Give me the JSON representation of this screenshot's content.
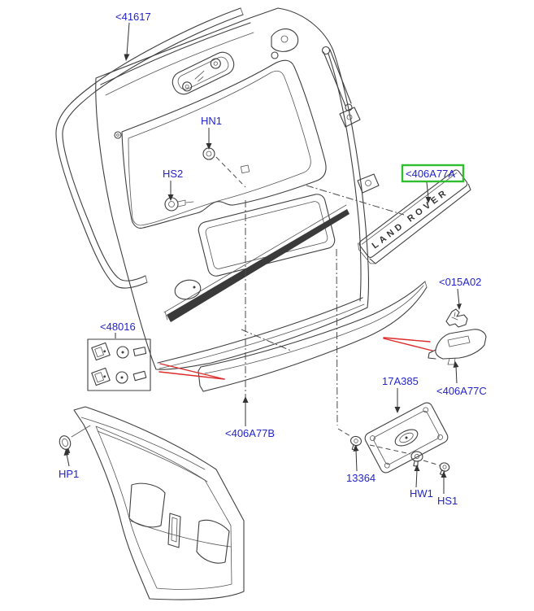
{
  "badge_text": "LAND ROVER",
  "labels": {
    "l41617": "<41617",
    "hn1": "HN1",
    "hs2": "HS2",
    "l406a77a": "<406A77A",
    "l015a02": "<015A02",
    "l48016": "<48016",
    "l406a77c": "<406A77C",
    "l17a385": "17A385",
    "l406a77b": "<406A77B",
    "hp1": "HP1",
    "l13364": "13364",
    "hw1": "HW1",
    "hs1": "HS1"
  },
  "colors": {
    "label_blue": "#2424c8",
    "highlight_green": "#2fbe2f",
    "pointer_red": "#dd2b2b",
    "line_gray": "#3f3f3f",
    "background": "#ffffff"
  }
}
